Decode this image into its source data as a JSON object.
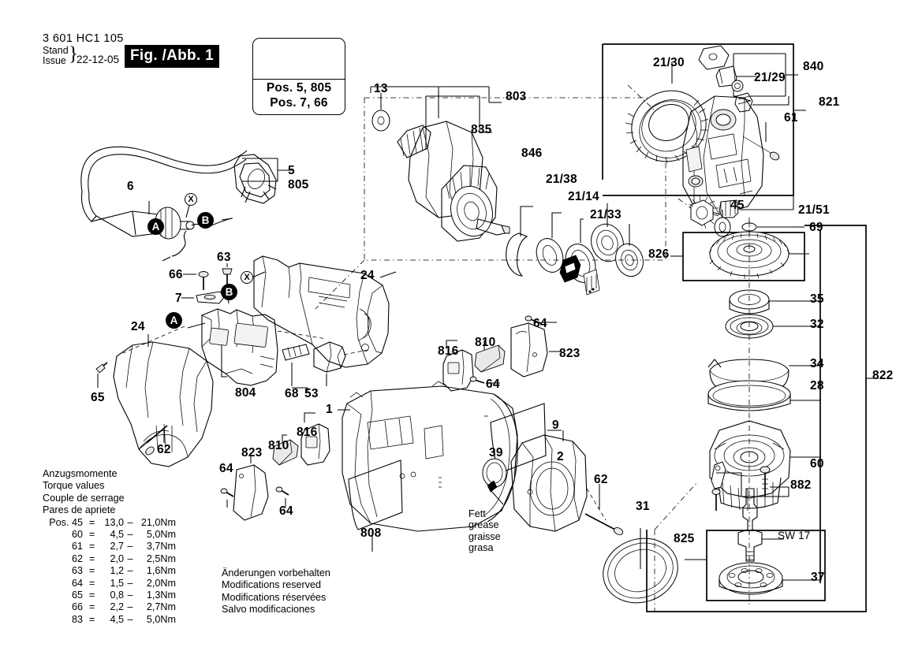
{
  "header": {
    "part_number": "3 601 HC1 105",
    "stand_label": "Stand",
    "issue_label": "Issue",
    "brace": "}",
    "date": "22-12-05",
    "figure": "Fig. /Abb. 1"
  },
  "warning": {
    "line1": "Pos. 5, 805",
    "line2": "Pos. 7, 66",
    "icon_warning": "warning-triangle-icon",
    "icon_manual": "read-manual-icon"
  },
  "torque": {
    "titles": [
      "Anzugsmomente",
      "Torque values",
      "Couple de serrage",
      "Pares de apriete"
    ],
    "rows": [
      {
        "pos": "Pos. 45",
        "eq": "=",
        "low": "13,0",
        "dash": "–",
        "high": "21,0Nm"
      },
      {
        "pos": "60",
        "eq": "=",
        "low": "4,5",
        "dash": "–",
        "high": "5,0Nm"
      },
      {
        "pos": "61",
        "eq": "=",
        "low": "2,7",
        "dash": "–",
        "high": "3,7Nm"
      },
      {
        "pos": "62",
        "eq": "=",
        "low": "2,0",
        "dash": "–",
        "high": "2,5Nm"
      },
      {
        "pos": "63",
        "eq": "=",
        "low": "1,2",
        "dash": "–",
        "high": "1,6Nm"
      },
      {
        "pos": "64",
        "eq": "=",
        "low": "1,5",
        "dash": "–",
        "high": "2,0Nm"
      },
      {
        "pos": "65",
        "eq": "=",
        "low": "0,8",
        "dash": "–",
        "high": "1,3Nm"
      },
      {
        "pos": "66",
        "eq": "=",
        "low": "2,2",
        "dash": "–",
        "high": "2,7Nm"
      },
      {
        "pos": "83",
        "eq": "=",
        "low": "4,5",
        "dash": "–",
        "high": "5,0Nm"
      }
    ]
  },
  "modifications_note": [
    "Änderungen vorbehalten",
    "Modifications reserved",
    "Modifications réservées",
    "Salvo modificaciones"
  ],
  "grease_note": [
    "Fett",
    "grease",
    "graisse",
    "grasa"
  ],
  "markers": {
    "a1": "A",
    "a2": "A",
    "b1": "B",
    "b2": "B",
    "x1": "X",
    "x2": "X"
  },
  "callouts": {
    "c5": "5",
    "c805": "805",
    "c6": "6",
    "c63": "63",
    "c66": "66",
    "c7": "7",
    "c24_top": "24",
    "c24_left": "24",
    "c65": "65",
    "c62_handle": "62",
    "c804": "804",
    "c68": "68",
    "c53": "53",
    "c13": "13",
    "c803": "803",
    "c835": "835",
    "c846": "846",
    "c21_38": "21/38",
    "c21_14": "21/14",
    "c21_33": "21/33",
    "c1": "1",
    "c816_top": "816",
    "c816_bot": "816",
    "c810_top": "810",
    "c810_bot": "810",
    "c823_top": "823",
    "c823_bot": "823",
    "c64_a": "64",
    "c64_b": "64",
    "c64_c": "64",
    "c64_d": "64",
    "c808": "808",
    "c9": "9",
    "c2": "2",
    "c39": "39",
    "c62_rotor": "62",
    "c31": "31",
    "c21_30": "21/30",
    "c840": "840",
    "c21_29": "21/29",
    "c821": "821",
    "c61": "61",
    "c45": "45",
    "c21_51": "21/51",
    "c69": "69",
    "c826": "826",
    "c35": "35",
    "c32": "32",
    "c34": "34",
    "c28": "28",
    "c822": "822",
    "c60": "60",
    "c882": "882",
    "c825": "825",
    "c_sw17": "SW 17",
    "c37": "37"
  },
  "colors": {
    "ink": "#000000",
    "paper": "#ffffff",
    "line": "#1a1a1a",
    "shade": "#d8d8d8"
  }
}
